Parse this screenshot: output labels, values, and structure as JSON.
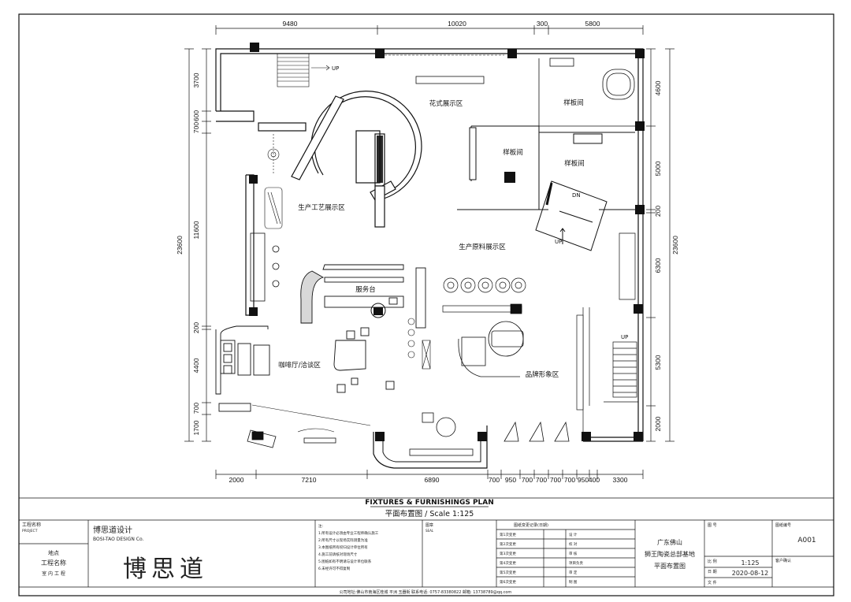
{
  "dims": {
    "top": [
      "9480",
      "10020",
      "300",
      "5800"
    ],
    "bottom": [
      "2000",
      "7210",
      "6890",
      "700",
      "950",
      "700",
      "700",
      "700",
      "700",
      "950",
      "400",
      "3300"
    ],
    "left": [
      "3700",
      "600",
      "700",
      "11600",
      "200",
      "4400",
      "700",
      "1700"
    ],
    "left_total": "23600",
    "right": [
      "4600",
      "5000",
      "200",
      "6300",
      "5300",
      "2000"
    ],
    "right_total": "23600"
  },
  "rooms": {
    "flower": "花式展示区",
    "sample_a": "样板间",
    "sample_b": "样板间",
    "sample_c": "样板间",
    "process": "生产工艺展示区",
    "materials": "生产原料展示区",
    "service": "服务台",
    "cafe": "咖啡厅/洽谈区",
    "brand": "品牌形象区"
  },
  "stairs": {
    "up1": "UP",
    "up2": "UP",
    "up3": "UP",
    "dn": "DN"
  },
  "plan_title": "FIXTURES & FURNISHINGS PLAN",
  "plan_subtitle": "平面布置图 / Scale 1:125",
  "title_block": {
    "project_name_label": "工程名称",
    "project_name_en": "PROJECT",
    "location": "地点",
    "project_name": "工程名称",
    "project_type": "室 内 工 程",
    "company_cn": "博思道设计",
    "company_en": "BOSI-TAO DESIGN Co.",
    "company_logo": "博思道",
    "notes_items": [
      "注:",
      "1.所有设计必须由专业工程师确认施工",
      "2.所有尺寸以现场实际测量为准",
      "3.本图纸所有权归设计单位所有",
      "4.施工前请核对现场尺寸",
      "5.图纸如有不明请与设计单位联系",
      "6.未经许可不得复制"
    ],
    "seal_label": "图章",
    "seal_en": "SEAL",
    "revision_title": "图纸变更记录(日期)",
    "revision_rows": [
      "第1次变更",
      "第2次变更",
      "第3次变更",
      "第4次变更",
      "第5次变更",
      "第6次变更"
    ],
    "role_rows": [
      "设 计",
      "校 对",
      "审 核",
      "项目负责",
      "审 定",
      "制 图"
    ],
    "client_line1": "广东佛山",
    "client_line2": "狮王陶瓷总部基地",
    "client_line3": "平面布置图",
    "drawing_label": "图 号",
    "scale_label": "比 例",
    "scale": "1:125",
    "date_label": "日 期",
    "date": "2020-08-12",
    "sheet_label": "文 件",
    "sheet_no_label": "图纸编号",
    "sheet_no": "A001",
    "client_confirm": "客户确认",
    "footer": "公司地址:佛山市南海区桂城 平洲 玉器街 联系电话: 0757-83380822 邮箱: 13738789@qq.com"
  }
}
